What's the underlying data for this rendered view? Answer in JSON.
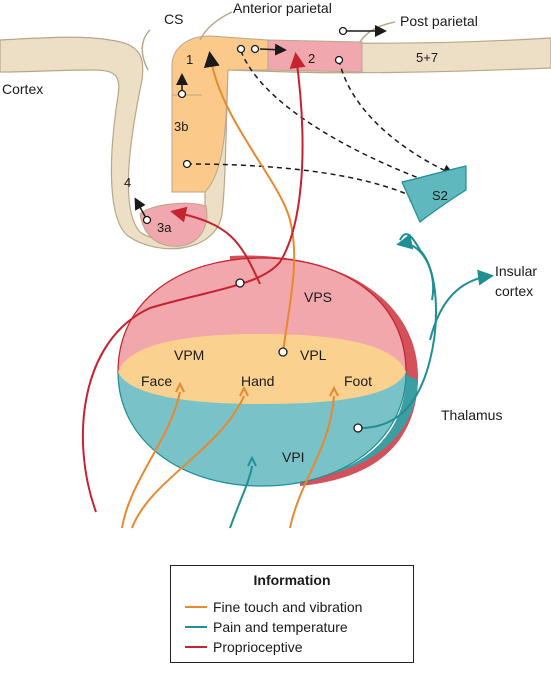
{
  "labels": {
    "cs": "CS",
    "anterior_parietal": "Anterior parietal",
    "post_parietal": "Post parietal",
    "cortex": "Cortex",
    "area_1": "1",
    "area_2": "2",
    "area_3b": "3b",
    "area_3a": "3a",
    "area_4": "4",
    "area_5_7": "5+7",
    "s2": "S2",
    "insular_cortex_line1": "Insular",
    "insular_cortex_line2": "cortex",
    "vps": "VPS",
    "vpm": "VPM",
    "vpl": "VPL",
    "vpi": "VPI",
    "face": "Face",
    "hand": "Hand",
    "foot": "Foot",
    "thalamus": "Thalamus"
  },
  "legend": {
    "title": "Information",
    "items": [
      {
        "label": "Fine touch and vibration",
        "color": "#e8892f"
      },
      {
        "label": "Pain and temperature",
        "color": "#1f8f94"
      },
      {
        "label": "Proprioceptive",
        "color": "#c4232f"
      }
    ]
  },
  "colors": {
    "fine_touch": "#e8892f",
    "pain_temp": "#1f8f94",
    "proprioceptive": "#c4232f",
    "cortex_fill": "#ecdfc5",
    "area_orange": "#fbc98a",
    "area_pink": "#f0a7ad",
    "s2_fill": "#5fb8be",
    "vps_fill": "#f2a7ad",
    "vpm_vpl_fill": "#fbd190",
    "vpi_fill": "#79c3c8"
  }
}
